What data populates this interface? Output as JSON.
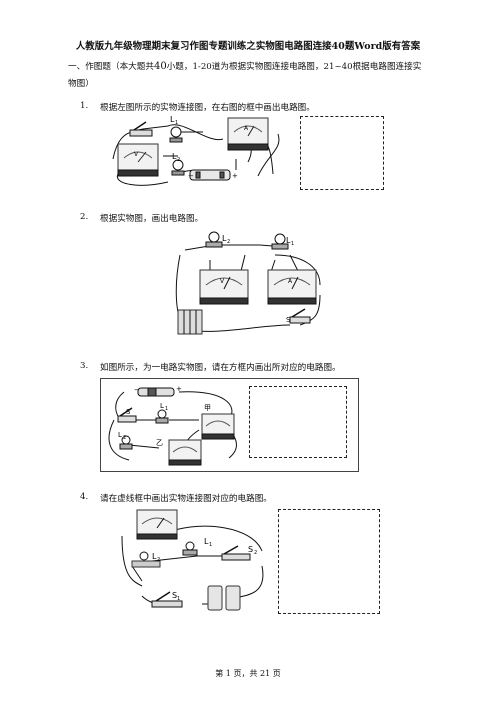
{
  "doc": {
    "title": "人教版九年级物理期末复习作图专题训练之实物图电路图连接40题Word版有答案",
    "section_pre": "一、作图题（本大题共",
    "section_num": "40",
    "section_post": "小题，1-20道为根据实物图连接电路图，21~40根据电路图连接实物图）"
  },
  "questions": [
    {
      "num": "1.",
      "text": "根据左图所示的实物连接图，在右图的框中画出电路图。",
      "labels": [
        "L",
        "1",
        "L",
        "2",
        "V",
        "A",
        "−",
        "+"
      ]
    },
    {
      "num": "2.",
      "text": "根据实物图，画出电路图。",
      "labels": [
        "L",
        "2",
        "L",
        "1",
        "S",
        "V",
        "A"
      ]
    },
    {
      "num": "3.",
      "text": "如图所示，为一电路实物图，请在方框内画出所对应的电路图。",
      "labels": [
        "−",
        "+",
        "L",
        "1",
        "S",
        "甲",
        "L",
        "2",
        "乙"
      ]
    },
    {
      "num": "4.",
      "text": "请在虚线框中画出实物连接图对应的电路图。",
      "labels": [
        "L",
        "1",
        "L",
        "2",
        "S",
        "2",
        "S",
        "1"
      ]
    }
  ],
  "footer": "第 1 页，共 21 页",
  "colors": {
    "wire": "#111111",
    "dash": "#222222",
    "meter": "#333333"
  }
}
